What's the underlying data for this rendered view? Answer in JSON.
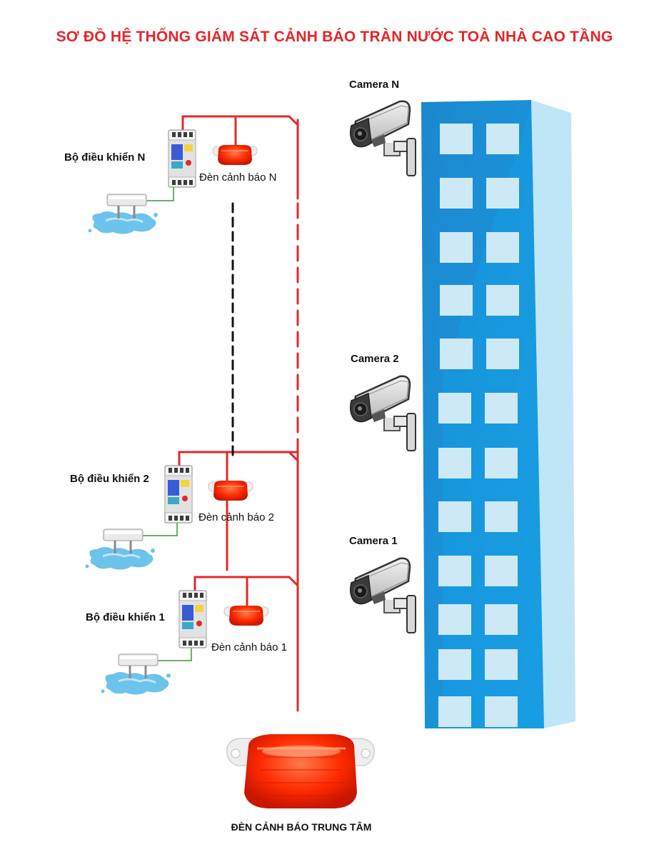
{
  "title": "SƠ ĐỒ HỆ THỐNG GIÁM SÁT CẢNH BÁO TRÀN NƯỚC TOÀ NHÀ CAO TẦNG",
  "controllers": [
    {
      "label": "Bộ điều khiển N",
      "alarm_label": "Đèn cảnh báo N"
    },
    {
      "label": "Bộ điều khiển 2",
      "alarm_label": "Đèn cảnh báo 2"
    },
    {
      "label": "Bộ điều khiển 1",
      "alarm_label": "Đèn cảnh báo 1"
    }
  ],
  "cameras": [
    "Camera N",
    "Camera 2",
    "Camera 1"
  ],
  "central_alarm_label": "ĐÈN CẢNH BÁO TRUNG TÂM",
  "colors": {
    "title": "#e5252a",
    "wire_red": "#e02a2a",
    "wire_dashed_black": "#111111",
    "sensor_wire": "#3a9a3a",
    "building": "#1e8fd6",
    "building_side": "#bfe6f6",
    "window": "#cde9f6",
    "water": "#6cc3ec",
    "lamp": "#ff2a00"
  },
  "icons": [
    "controller-icon",
    "warning-lamp-icon",
    "water-sensor-icon",
    "water-puddle-icon",
    "cctv-camera-icon",
    "building-icon",
    "central-warning-lamp-icon"
  ]
}
